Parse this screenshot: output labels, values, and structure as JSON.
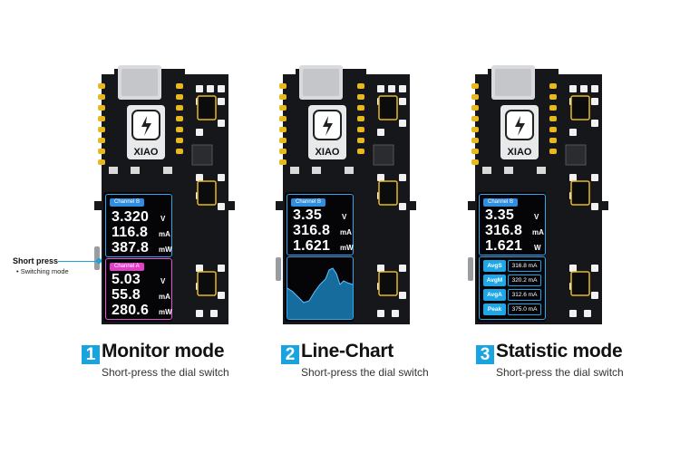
{
  "boards": [
    {
      "id": "monitor",
      "logo": "XIAO",
      "channel_a": {
        "label": "Channel B",
        "values": [
          {
            "v": "3.320",
            "u": "V"
          },
          {
            "v": "116.8",
            "u": "mA"
          },
          {
            "v": "387.8",
            "u": "mW"
          }
        ]
      },
      "channel_b": {
        "label": "Channel A",
        "values": [
          {
            "v": "5.03",
            "u": "V"
          },
          {
            "v": "55.8",
            "u": "mA"
          },
          {
            "v": "280.6",
            "u": "mW"
          }
        ]
      }
    },
    {
      "id": "linechart",
      "logo": "XIAO",
      "channel": {
        "label": "Channel B",
        "values": [
          {
            "v": "3.35",
            "u": "V"
          },
          {
            "v": "316.8",
            "u": "mA"
          },
          {
            "v": "1.621",
            "u": "mW"
          }
        ]
      }
    },
    {
      "id": "statistic",
      "logo": "XIAO",
      "channel": {
        "label": "Channel B",
        "values": [
          {
            "v": "3.35",
            "u": "V"
          },
          {
            "v": "316.8",
            "u": "mA"
          },
          {
            "v": "1.621",
            "u": "W"
          }
        ]
      },
      "stats": [
        {
          "label": "AvgS",
          "value": "316.8 mA"
        },
        {
          "label": "AvgM",
          "value": "320.2 mA"
        },
        {
          "label": "AvgA",
          "value": "312.6 mA"
        },
        {
          "label": "Peak",
          "value": "375.0 mA"
        }
      ]
    }
  ],
  "callout": {
    "title": "Short press",
    "bullet": "Switching mode"
  },
  "captions": [
    {
      "num": "1",
      "title": "Monitor mode",
      "sub": "Short-press the dial switch"
    },
    {
      "num": "2",
      "title": "Line-Chart",
      "sub": "Short-press the dial switch"
    },
    {
      "num": "3",
      "title": "Statistic mode",
      "sub": "Short-press the dial switch"
    }
  ],
  "colors": {
    "accent": "#19a4e0",
    "channel_a_tag": "#2f8ee0",
    "channel_b_tag": "#e040c8",
    "monitor_border_top": "#2fa8f0",
    "monitor_border_bottom": "#e852d8",
    "pcb": "#15171b",
    "pad_gold": "#e8b820"
  }
}
